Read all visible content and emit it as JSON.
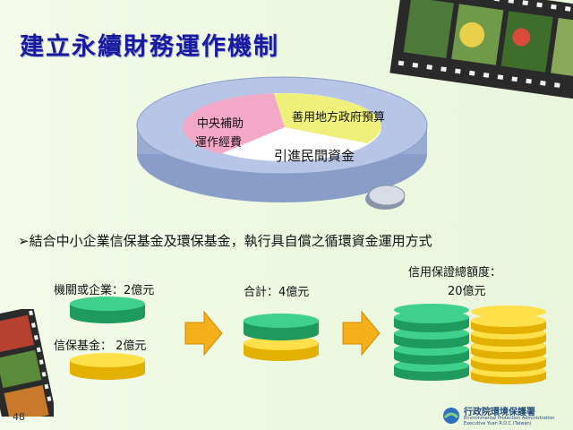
{
  "slide": {
    "title": "建立永續財務運作機制",
    "page_number": "48",
    "bullet": "➢結合中小企業信保基金及環保基金，執行具自償之循環資金運用方式"
  },
  "pie": {
    "segment_central": "中央補助",
    "segment_central_2": "運作經費",
    "segment_local": "善用地方政府預算",
    "segment_private": "引進民間資金"
  },
  "flow": {
    "agency_label": "機關或企業：2億元",
    "fund_label": "信保基金： 2億元",
    "total_label": "合計：4億元",
    "guarantee_label_1": "信用保證總額度：",
    "guarantee_label_2": "20億元"
  },
  "logo": {
    "org_name": "行政院環境保護署",
    "org_sub": "Environmental Protection Administration Executive Yuan R.O.C.(Taiwan)"
  },
  "colors": {
    "title": "#1a1aa0",
    "green_disk": "#2eb877",
    "yellow_disk": "#f2c81a",
    "arrow": "#f4b01a",
    "pie_pink": "#f4a8c8",
    "pie_yellow": "#eef07a",
    "platform": "#a9b8dc"
  }
}
